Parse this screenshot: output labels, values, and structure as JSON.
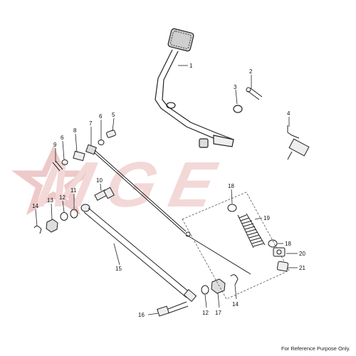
{
  "watermark": {
    "text": "MGE",
    "color": "#e9b8b8",
    "star_color": "#e9b8b8"
  },
  "labels": [
    "1",
    "2",
    "3",
    "4",
    "5",
    "6",
    "6",
    "7",
    "8",
    "9",
    "10",
    "11",
    "12",
    "13",
    "14",
    "15",
    "16",
    "12",
    "17",
    "14",
    "18",
    "19",
    "18",
    "20",
    "21"
  ],
  "footer": {
    "note": "For Reference Purpose Only."
  }
}
